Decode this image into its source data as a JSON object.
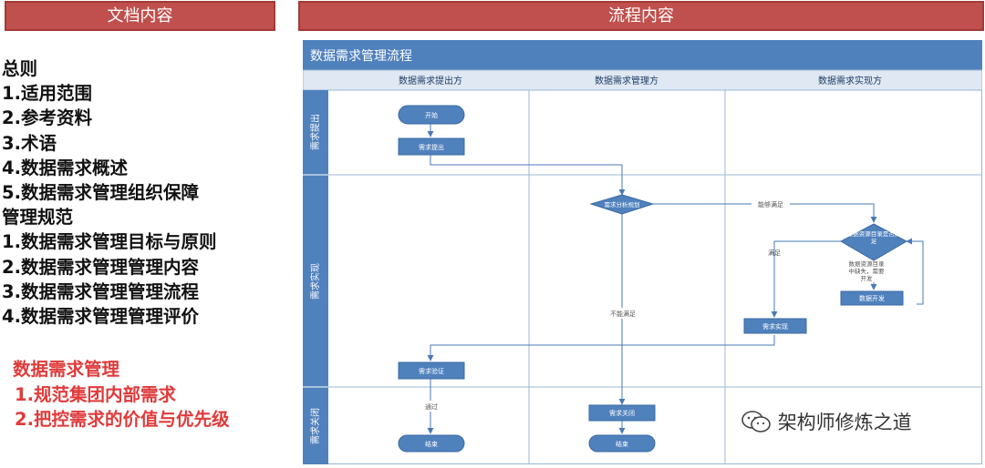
{
  "headers": {
    "left": "文档内容",
    "right": "流程内容"
  },
  "outline": [
    "总则",
    "1.适用范围",
    "2.参考资料",
    "3.术语",
    "4.数据需求概述",
    "5.数据需求管理组织保障",
    "管理规范",
    "1.数据需求管理目标与原则",
    "2.数据需求管理管理内容",
    "3.数据需求管理管理流程",
    "4.数据需求管理管理评价"
  ],
  "highlight": {
    "title": "数据需求管理",
    "items": [
      "1.规范集团内部需求",
      "2.把控需求的价值与优先级"
    ]
  },
  "flowchart": {
    "title": "数据需求管理流程",
    "columns": [
      "数据需求提出方",
      "数据需求管理方",
      "数据需求实现方"
    ],
    "rows": [
      "需求提出",
      "需求实现",
      "需求关闭"
    ],
    "nodes": {
      "start": "开始",
      "submit": "需求提出",
      "analyze": "需求分析规划",
      "check_catalog": "数据资源目录是否满足",
      "develop": "数据开发",
      "implement": "需求实现",
      "verify": "需求验证",
      "close": "需求关闭",
      "end1": "结束",
      "end2": "结束"
    },
    "edge_labels": {
      "can_satisfy": "能够满足",
      "satisfied": "满足",
      "missing": "数据资源目录中缺失，需要开发",
      "cannot_satisfy": "不能满足",
      "pass": "通过"
    },
    "colors": {
      "header_fill": "#4f81bd",
      "node_fill": "#4f81bd",
      "line": "#4a7ab5",
      "grid": "#9bb7d6"
    }
  },
  "watermark": "架构师修炼之道"
}
